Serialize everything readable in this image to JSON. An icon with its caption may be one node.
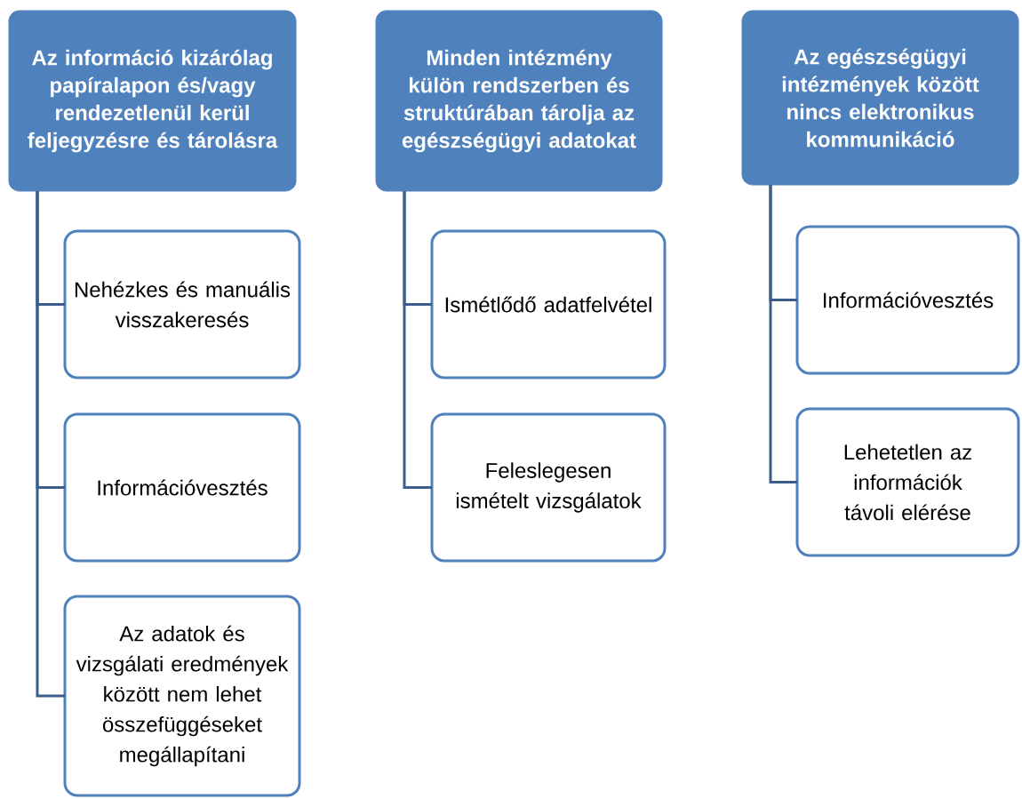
{
  "diagram": {
    "nodes": [
      {
        "text": [
          "Az információ kizárólag papíralapon és/vagy rendezetlenül kerül feljegyzésre és tárolásra"
        ]
      },
      {
        "text": [
          "Nehézkes és manuális visszakeresés"
        ]
      },
      {
        "text": [
          "Információvesztés"
        ]
      },
      {
        "text": [
          "Az adatok és vizsgálati eredmények között nem lehet összefüggéseket megállapítani"
        ]
      },
      {
        "text": [
          "Minden intézmény külön rendszerben és struktúrában tárolja az egészségügyi adatokat"
        ]
      },
      {
        "text": [
          "Ismétlődő adatfelvétel"
        ]
      },
      {
        "text": [
          "Feleslegesen ismételt vizsgálatok"
        ]
      },
      {
        "text": [
          "Az egészségügyi intézmények között nincs elektronikus kommunikáció"
        ]
      },
      {
        "text": [
          "Információvesztés"
        ]
      },
      {
        "text": [
          "Lehetetlen az információk távoli elérése"
        ]
      }
    ],
    "edges": [
      {
        "from": 0,
        "to": 1,
        "arrow": "none"
      },
      {
        "from": 0,
        "to": 2,
        "arrow": "none"
      },
      {
        "from": 0,
        "to": 3,
        "arrow": "none"
      },
      {
        "from": 4,
        "to": 5,
        "arrow": "none"
      },
      {
        "from": 4,
        "to": 6,
        "arrow": "none"
      },
      {
        "from": 7,
        "to": 8,
        "arrow": "none"
      },
      {
        "from": 7,
        "to": 9,
        "arrow": "none"
      }
    ]
  }
}
